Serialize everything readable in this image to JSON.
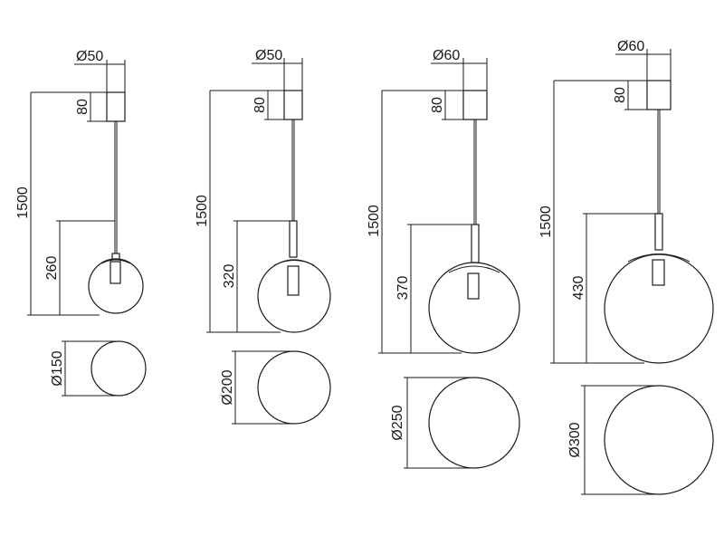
{
  "variants": [
    {
      "canopy_dia": "Ø50",
      "canopy_h": "80",
      "cable": "1500",
      "drop": "260",
      "globe_dia": "Ø150"
    },
    {
      "canopy_dia": "Ø50",
      "canopy_h": "80",
      "cable": "1500",
      "drop": "320",
      "globe_dia": "Ø200"
    },
    {
      "canopy_dia": "Ø60",
      "canopy_h": "80",
      "cable": "1500",
      "drop": "370",
      "globe_dia": "Ø250"
    },
    {
      "canopy_dia": "Ø60",
      "canopy_h": "80",
      "cable": "1500",
      "drop": "430",
      "globe_dia": "Ø300"
    }
  ]
}
